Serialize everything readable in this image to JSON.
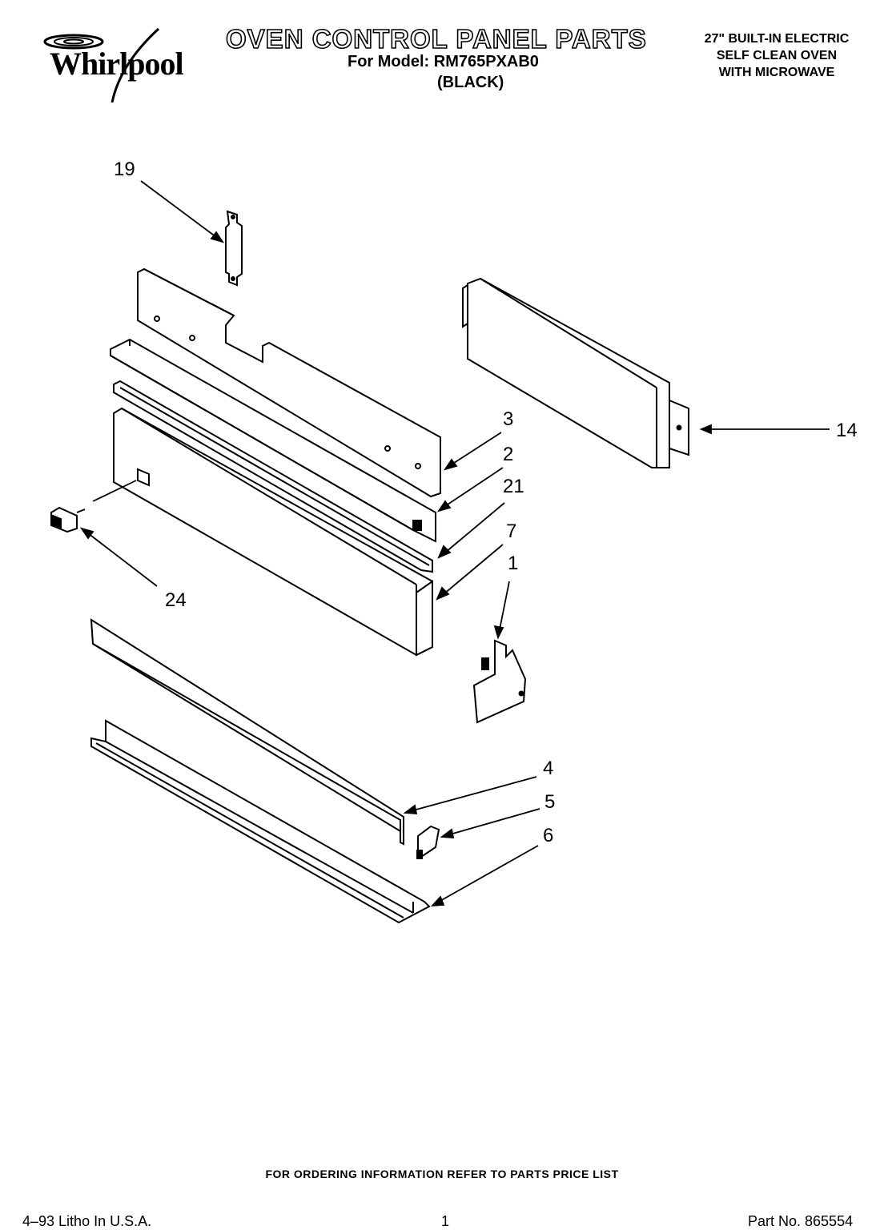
{
  "header": {
    "brand": "Whirlpool",
    "title": "OVEN CONTROL PANEL PARTS",
    "model_line": "For Model: RM765PXAB0",
    "color_line": "(BLACK)",
    "description": [
      "27\" BUILT-IN ELECTRIC",
      "SELF CLEAN OVEN",
      "WITH MICROWAVE"
    ]
  },
  "callouts": {
    "c19": "19",
    "c3": "3",
    "c2": "2",
    "c21": "21",
    "c7": "7",
    "c1": "1",
    "c14": "14",
    "c24": "24",
    "c4": "4",
    "c5": "5",
    "c6": "6"
  },
  "footer": {
    "ordering": "FOR ORDERING INFORMATION REFER TO PARTS PRICE LIST",
    "litho": "4–93  Litho In U.S.A.",
    "page": "1",
    "part_no": "Part No. 865554"
  }
}
